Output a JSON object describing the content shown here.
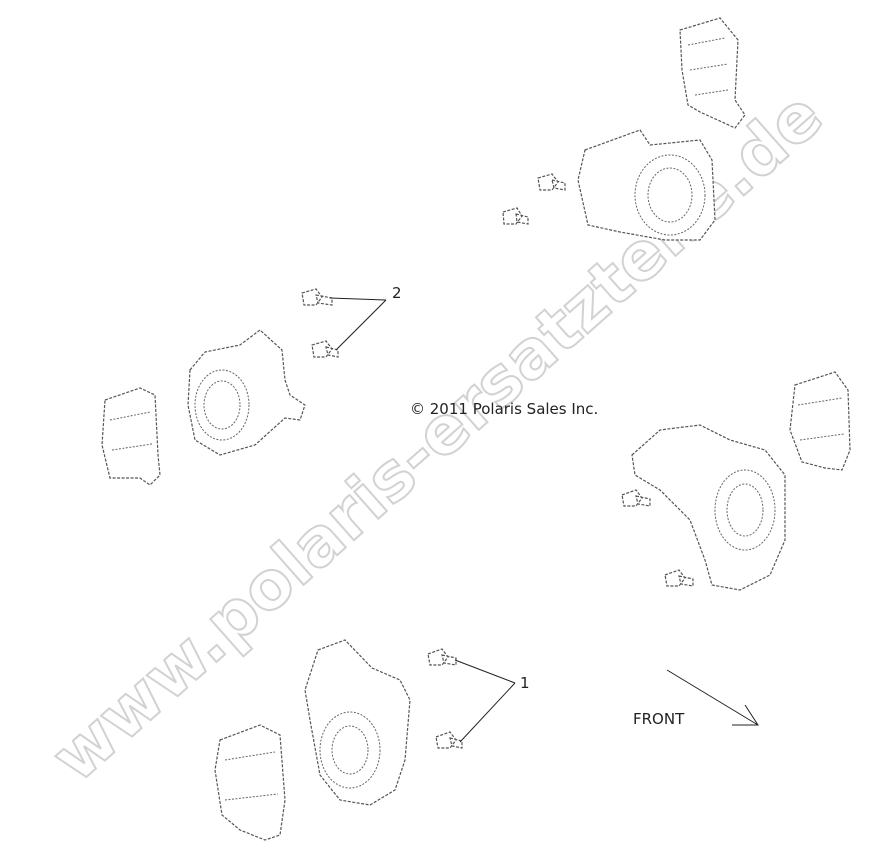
{
  "copyright": "© 2011 Polaris Sales Inc.",
  "watermark": "www.polaris-ersatzteile.de",
  "callouts": [
    {
      "label": "1"
    },
    {
      "label": "2"
    }
  ],
  "direction_label": "FRONT",
  "colors": {
    "line": "#222222",
    "watermark": "#d2d2d2"
  }
}
